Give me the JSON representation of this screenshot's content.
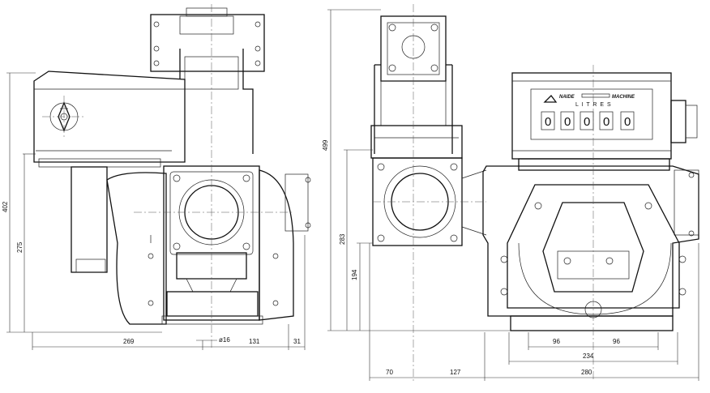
{
  "drawing": {
    "dimensions_left": {
      "overall_height": "402",
      "inlet_height": "275",
      "width_left": "269",
      "hole": "ø16",
      "width_mid": "131",
      "width_right": "31"
    },
    "dimensions_right": {
      "overall_height": "499",
      "outlet_height": "283",
      "base_height": "194",
      "foot_left": "96",
      "foot_right": "96",
      "foot_span": "234",
      "offset_left": "70",
      "offset_mid": "127",
      "body_width": "280"
    },
    "register": {
      "brand_left": "NAIDE",
      "brand_right": "MACHINE",
      "unit_label": "L I T R E S",
      "digits": [
        "0",
        "0",
        "0",
        "0",
        "0"
      ]
    }
  }
}
